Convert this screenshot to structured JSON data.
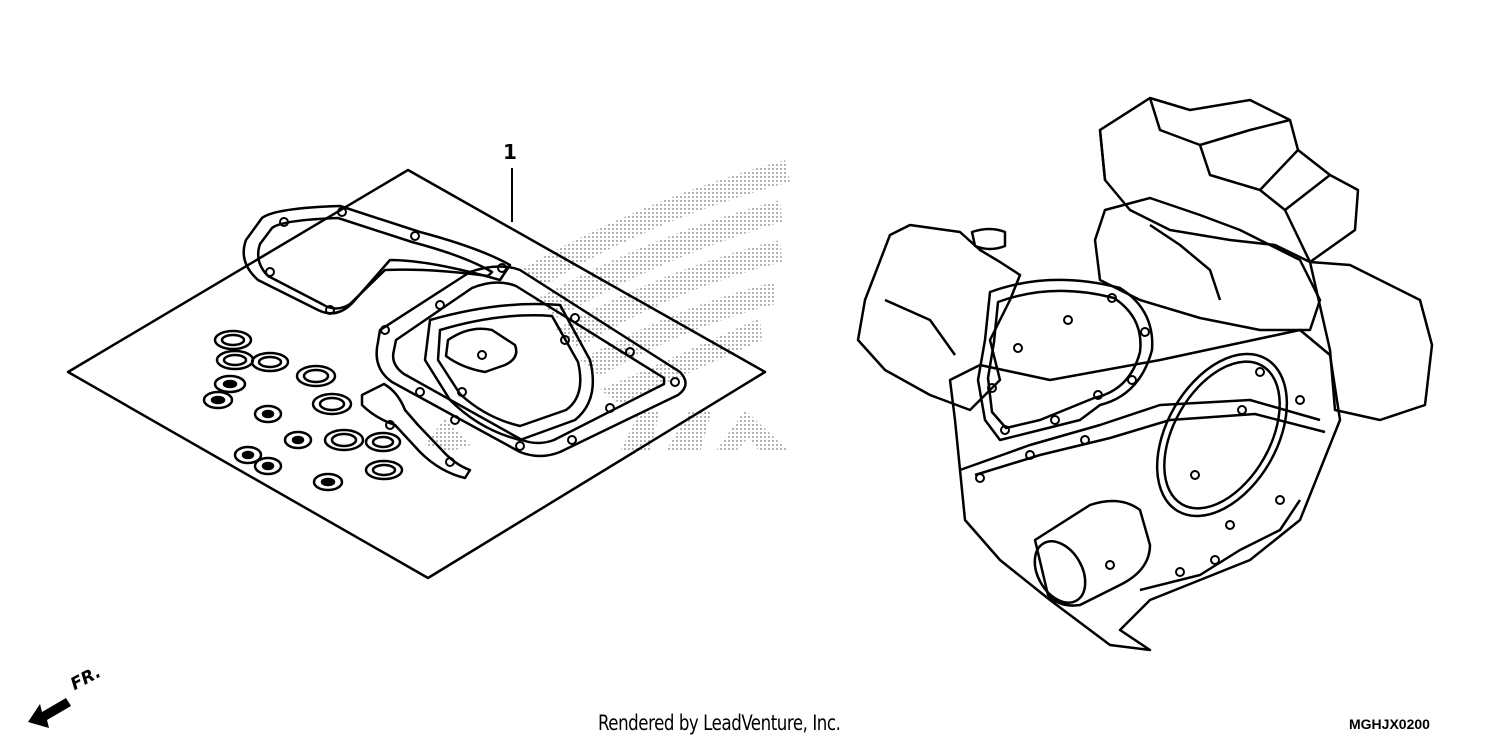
{
  "callouts": [
    {
      "number": "1"
    }
  ],
  "orientation": {
    "label": "FR."
  },
  "footer": {
    "credit": "Rendered by LeadVenture, Inc.",
    "diagram_code": "MGHJX0200"
  },
  "watermark": {
    "text": "HONDA"
  },
  "colors": {
    "line": "#000000",
    "background": "#ffffff",
    "watermark": "#c8c8c8"
  }
}
